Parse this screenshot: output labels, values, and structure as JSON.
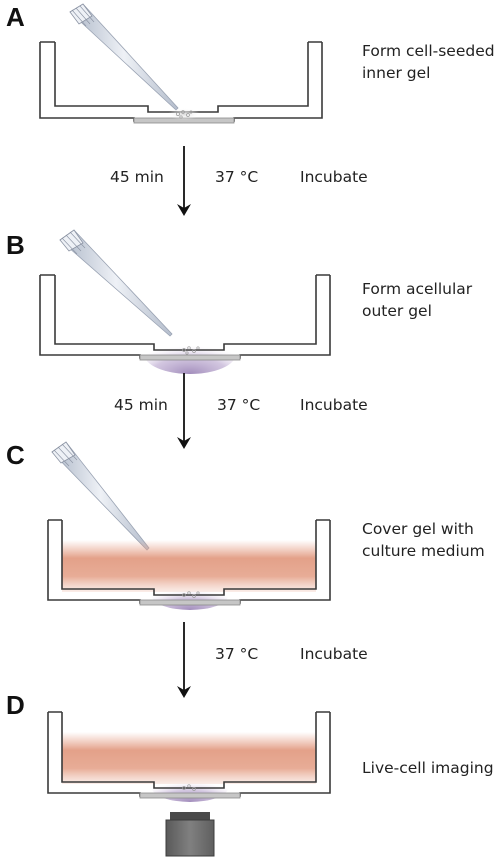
{
  "panels": [
    {
      "letter": "A",
      "label_line1": "Form cell-seeded",
      "label_line2": "inner gel"
    },
    {
      "letter": "B",
      "label_line1": "Form acellular",
      "label_line2": "outer gel"
    },
    {
      "letter": "C",
      "label_line1": "Cover gel with",
      "label_line2": "culture medium"
    },
    {
      "letter": "D",
      "label_line1": "Live-cell imaging"
    }
  ],
  "steps": [
    {
      "time": "45 min",
      "temp": "37 °C",
      "action": "Incubate"
    },
    {
      "time": "45 min",
      "temp": "37 °C",
      "action": "Incubate"
    },
    {
      "temp": "37 °C",
      "action": "Incubate"
    }
  ],
  "colors": {
    "dish_stroke": "#3a3a3a",
    "coverslip": "#bcbcbc",
    "outer_gel": "#b9a6cc",
    "medium": "#e09a82",
    "pipette_tip": "#c9d0dc",
    "objective": "#707070"
  }
}
